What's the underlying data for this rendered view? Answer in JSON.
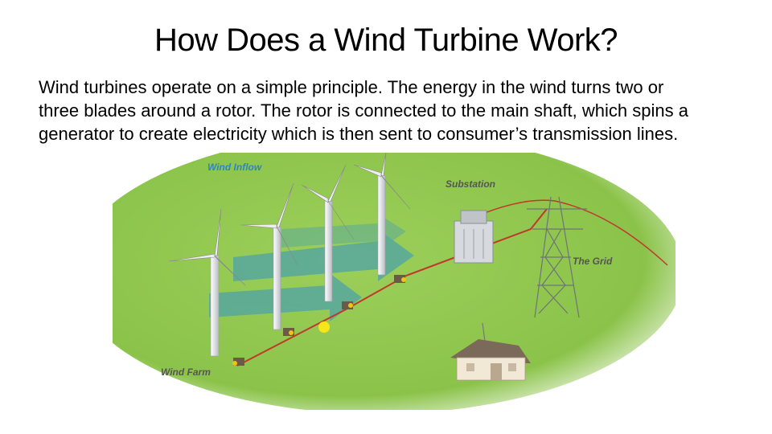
{
  "slide": {
    "title": "How Does a Wind Turbine Work?",
    "body_lines": [
      "Wind turbines operate on a simple principle. The energy in the wind turns two or",
      "three blades around a rotor. The rotor is connected to the main shaft, which spins a",
      "generator to create electricity which is then sent to consumer’s transmission lines."
    ]
  },
  "diagram": {
    "labels": {
      "wind_inflow": "Wind Inflow",
      "substation": "Substation",
      "the_grid": "The Grid",
      "wind_farm": "Wind Farm"
    },
    "colors": {
      "field": "#8bc34a",
      "wind_arrow": "#4fa3a8",
      "cable": "#c0392b",
      "inflow_label": "#2b86c5",
      "label_dark": "#555555"
    }
  }
}
